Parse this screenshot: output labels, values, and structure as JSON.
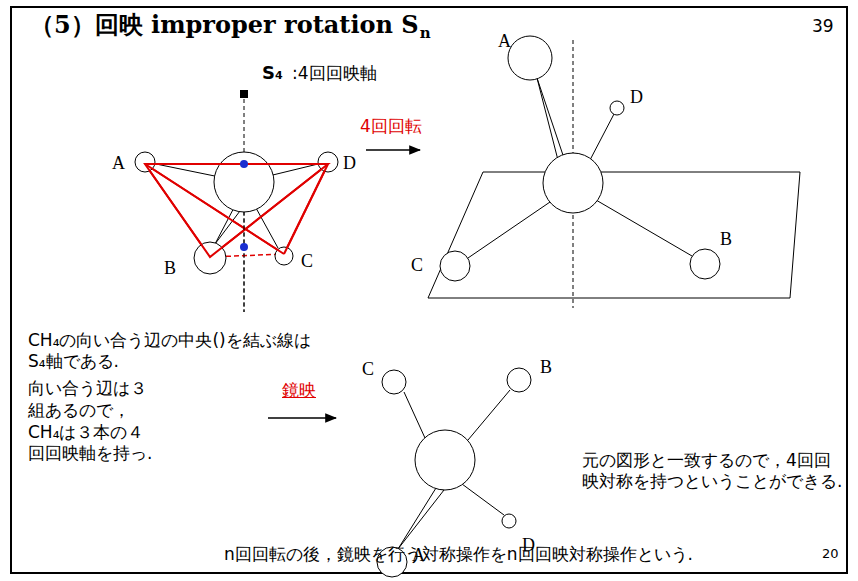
{
  "diagram": {
    "title": "（5）回映 improper rotation S",
    "caption": "n回回転の後，鏡映を行う対称操作をn回回映対称操作という.",
    "labels": [
      "39",
      "n",
      "S₄",
      ":4回回映軸",
      "A",
      "D",
      "B",
      "C",
      "4回回転",
      "A",
      "D",
      "C",
      "B",
      "CH₄の向い合う辺の中央()を結ぶ線はS₄軸である.",
      "鏡映",
      "向い合う辺は３組あるので，CH₄は３本の４回回映軸を持っ.",
      "C",
      "B",
      "D",
      "A",
      "元の図形と一致するので，4回回映対称を持つということができる.",
      "20"
    ]
  }
}
